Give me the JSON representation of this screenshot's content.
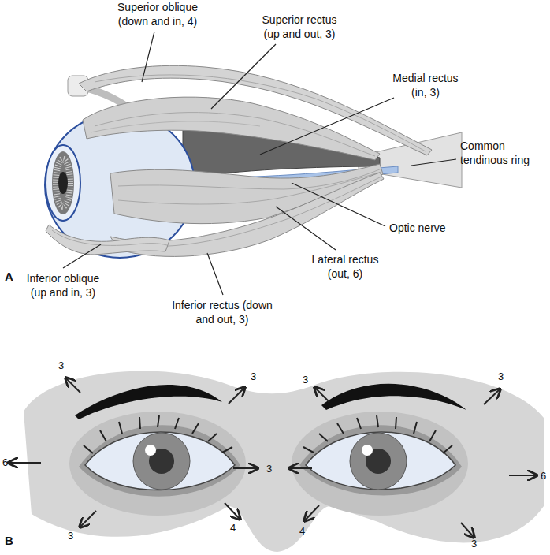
{
  "diagram": {
    "labels": [
      "Superior oblique (down and in, 4)",
      "Superior rectus (up and out, 3)",
      "Medial rectus (in, 3)",
      "Common tendinous ring",
      "Optic nerve",
      "Lateral rectus (out, 6)",
      "Inferior rectus (down and out, 3)",
      "Inferior oblique (up and in, 3)",
      "A",
      "B",
      "3",
      "3",
      "3",
      "3",
      "6",
      "3",
      "6",
      "3",
      "4",
      "4",
      "3"
    ]
  }
}
